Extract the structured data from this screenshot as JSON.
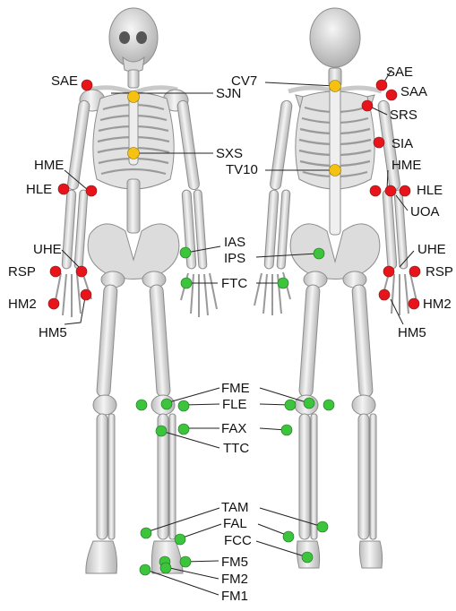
{
  "colors": {
    "red_marker": "#e8141b",
    "yellow_marker": "#f5c211",
    "green_marker": "#3cc43c",
    "bone": "#e4e4e4",
    "bone_outline": "#8d8d8d",
    "leader_line": "#222222"
  },
  "marker_groups": {
    "upper_limb_red": [
      "SAE",
      "SAA",
      "SRS",
      "SIA",
      "HME",
      "HLE",
      "UOA",
      "UHE",
      "RSP",
      "HM2",
      "HM5"
    ],
    "trunk_yellow": [
      "SJN",
      "SXS",
      "CV7",
      "TV10"
    ],
    "pelvis_lower_limb_green": [
      "IAS",
      "IPS",
      "FTC",
      "FME",
      "FLE",
      "FAX",
      "TTC",
      "TAM",
      "FAL",
      "FCC",
      "FM5",
      "FM2",
      "FM1"
    ]
  },
  "labels": {
    "sae_front": "SAE",
    "sjn": "SJN",
    "sxs": "SXS",
    "hme_front": "HME",
    "hle_front": "HLE",
    "uhe_front": "UHE",
    "rsp_front": "RSP",
    "hm2_front": "HM2",
    "hm5_front": "HM5",
    "cv7": "CV7",
    "tv10": "TV10",
    "sae_back": "SAE",
    "saa": "SAA",
    "srs": "SRS",
    "sia": "SIA",
    "hme_back": "HME",
    "hle_back": "HLE",
    "uoa": "UOA",
    "uhe_back": "UHE",
    "rsp_back": "RSP",
    "hm2_back": "HM2",
    "hm5_back": "HM5",
    "ias": "IAS",
    "ips": "IPS",
    "ftc": "FTC",
    "fme": "FME",
    "fle": "FLE",
    "fax": "FAX",
    "ttc": "TTC",
    "tam": "TAM",
    "fal": "FAL",
    "fcc": "FCC",
    "fm5": "FM5",
    "fm2": "FM2",
    "fm1": "FM1"
  }
}
